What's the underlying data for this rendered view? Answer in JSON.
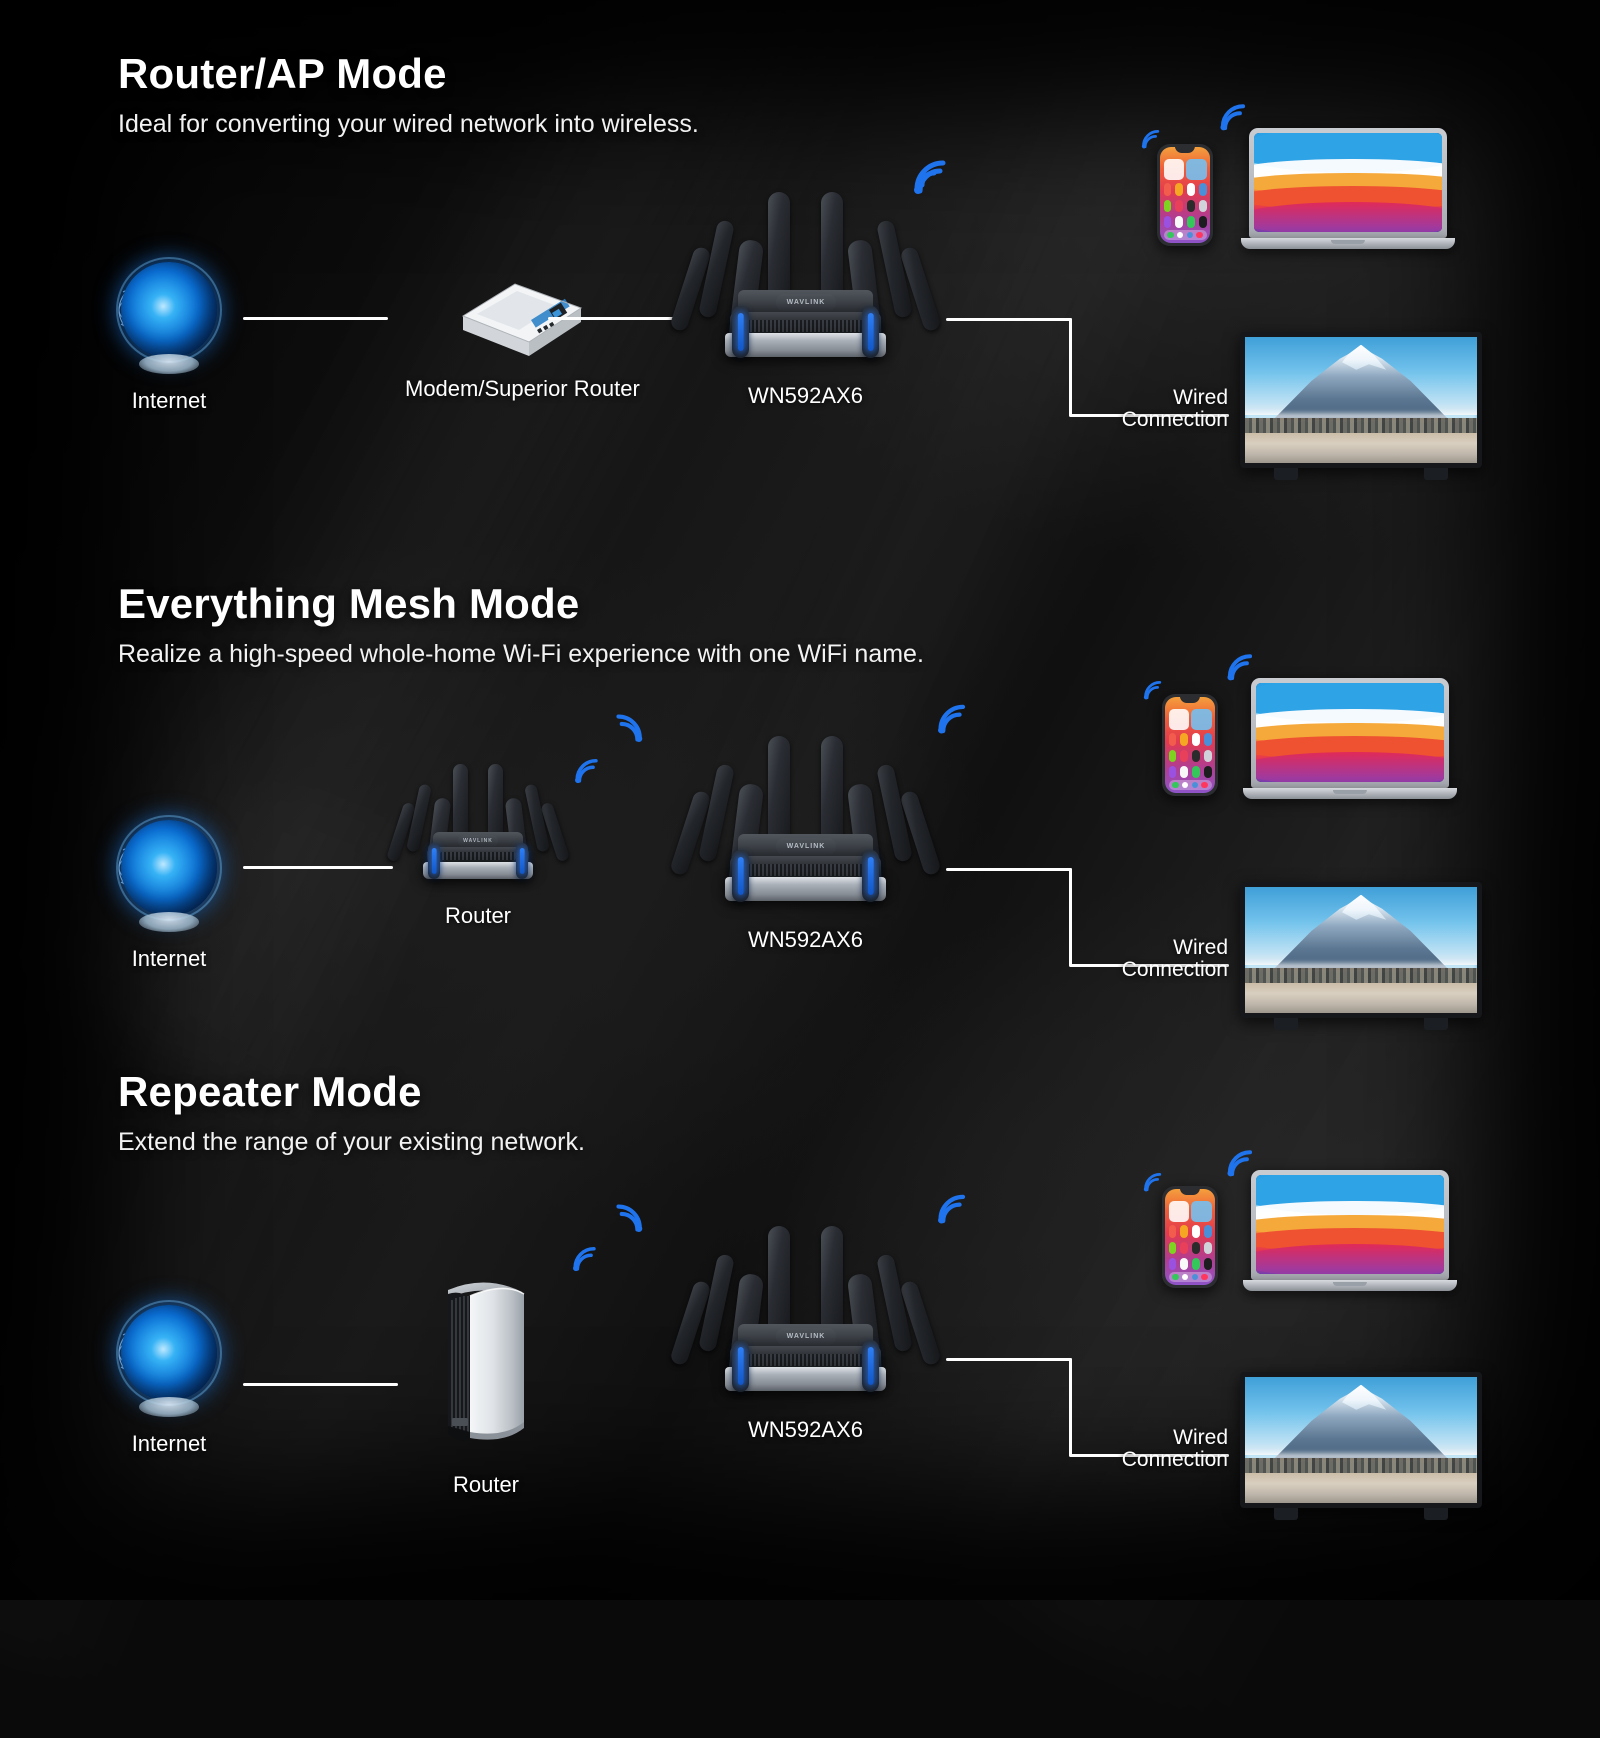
{
  "meta": {
    "accent_blue": "#1f74ee",
    "background": "#0a0a0a",
    "text_color": "#ffffff"
  },
  "sections": [
    {
      "id": "router-ap",
      "title": "Router/AP Mode",
      "subtitle": "Ideal for converting your wired network into wireless.",
      "nodes": {
        "internet": "Internet",
        "modem": "Modem/Superior Router",
        "device": "WN592AX6",
        "wired_line1": "Wired",
        "wired_line2": "Connection"
      }
    },
    {
      "id": "everything-mesh",
      "title": "Everything Mesh Mode",
      "subtitle": "Realize a high-speed whole-home Wi-Fi experience with one WiFi name.",
      "nodes": {
        "internet": "Internet",
        "router": "Router",
        "device": "WN592AX6",
        "wired_line1": "Wired",
        "wired_line2": "Connection"
      }
    },
    {
      "id": "repeater",
      "title": "Repeater Mode",
      "subtitle": "Extend the range of your existing network.",
      "nodes": {
        "internet": "Internet",
        "router": "Router",
        "device": "WN592AX6",
        "wired_line1": "Wired",
        "wired_line2": "Connection"
      }
    }
  ],
  "router_logo": "WAVLINK",
  "icons": {
    "wifi": "wifi-signal-icon",
    "globe": "internet-globe-icon",
    "phone": "smartphone-icon",
    "laptop": "laptop-icon",
    "tv": "television-icon",
    "modem": "modem-icon",
    "vertical_router": "vertical-router-icon",
    "mesh_router": "mesh-router-icon"
  }
}
